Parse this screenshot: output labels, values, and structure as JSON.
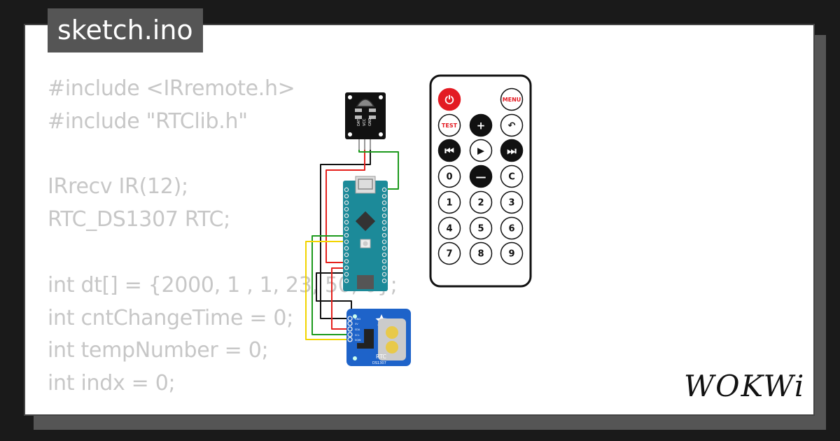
{
  "file": {
    "name": "sketch.ino"
  },
  "code": [
    "#include <IRremote.h>",
    "#include \"RTClib.h\"",
    "",
    "IRrecv IR(12);",
    "RTC_DS1307 RTC;",
    "",
    "int dt[] = {2000, 1 , 1, 23, 50, 0};",
    "int cntChangeTime = 0;",
    "int tempNumber = 0;",
    "int indx = 0;"
  ],
  "brand": {
    "logo_text": "WOKWi"
  },
  "ir_receiver": {
    "pins": [
      "DAT",
      "VCC",
      "GND"
    ]
  },
  "rtc": {
    "label": "RTC",
    "model": "DS1307",
    "pins": [
      "GND",
      "5V",
      "SDA",
      "SCL",
      "SQW"
    ]
  },
  "remote": {
    "buttons": [
      {
        "label": "⏻",
        "style": "red"
      },
      {
        "label": "",
        "style": "none"
      },
      {
        "label": "MENU",
        "style": "menu"
      },
      {
        "label": "TEST",
        "style": "test"
      },
      {
        "label": "+",
        "style": "dark"
      },
      {
        "label": "↶",
        "style": "light"
      },
      {
        "label": "⏮",
        "style": "dark"
      },
      {
        "label": "▶",
        "style": "light"
      },
      {
        "label": "⏭",
        "style": "dark"
      },
      {
        "label": "0",
        "style": "light"
      },
      {
        "label": "—",
        "style": "dark"
      },
      {
        "label": "C",
        "style": "light"
      },
      {
        "label": "1",
        "style": "light"
      },
      {
        "label": "2",
        "style": "light"
      },
      {
        "label": "3",
        "style": "light"
      },
      {
        "label": "4",
        "style": "light"
      },
      {
        "label": "5",
        "style": "light"
      },
      {
        "label": "6",
        "style": "light"
      },
      {
        "label": "7",
        "style": "light"
      },
      {
        "label": "8",
        "style": "light"
      },
      {
        "label": "9",
        "style": "light"
      }
    ]
  },
  "colors": {
    "wire_black": "#111111",
    "wire_red": "#e5201c",
    "wire_green": "#1d9a1d",
    "wire_yellow": "#f2d400",
    "board_teal": "#1c8a99",
    "rtc_blue": "#1e63c9",
    "remote_red": "#e31b23"
  }
}
